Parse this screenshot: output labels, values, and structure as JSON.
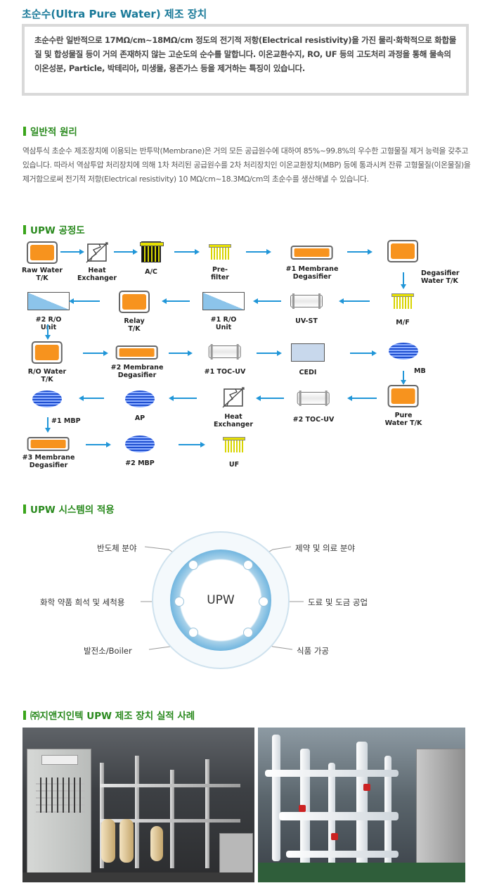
{
  "page_title": "초순수(Ultra Pure Water) 제조 장치",
  "intro": "초순수란 일반적으로 17MΩ/cm~18MΩ/cm 정도의 전기적 저항(Electrical resistivity)을 가진 물리·화학적으로 화합물질 및 합성물질 등이 거의 존재하지 않는 고순도의 순수를 말합니다. 이온교환수지, RO, UF 등의 고도처리 과정을 통해 물속의 이온성분, Particle, 박테리아, 미생물, 용존가스 등을 제거하는 특징이 있습니다.",
  "sections": {
    "principle": "일반적 원리",
    "process": "UPW 공정도",
    "application": "UPW 시스템의 적용",
    "cases": "㈜지앤지인텍 UPW 제조 장치 실적 사례"
  },
  "principle_text": "역삼투식 초순수 제조장치에 이용되는 반투막(Membrane)은 거의 모든 공급원수에 대하여 85%~99.8%의 우수한 고형물질 제거 능력을 갖추고 있습니다. 따라서 역삼투압 처리장치에 의해 1차 처리된 공급원수를 2차 처리장치인 이온교환장치(MBP) 등에 통과시켜 잔류 고형물질(이온물질)을 제거함으로써 전기적 저항(Electrical resistivity) 10 MΩ/cm~18.3MΩ/cm의 초순수를 생산해낼 수 있습니다.",
  "process": {
    "raw_water": "Raw Water\nT/K",
    "heat_ex1": "Heat\nExchanger",
    "ac": "A/C",
    "prefilter": "Pre-\nfilter",
    "mem1": "#1 Membrane\nDegasifier",
    "degas_tk": "Degasifier\nWater T/K",
    "ro2": "#2 R/O\nUnit",
    "relay": "Relay\nT/K",
    "ro1": "#1 R/O\nUnit",
    "uvst": "UV-ST",
    "mf": "M/F",
    "ro_tk": "R/O Water\nT/K",
    "mem2": "#2 Membrane\nDegasifier",
    "toc1": "#1 TOC-UV",
    "cedi": "CEDI",
    "mb": "MB",
    "mbp1": "#1 MBP",
    "ap": "AP",
    "heat_ex2": "Heat\nExchanger",
    "toc2": "#2 TOC-UV",
    "pure_tk": "Pure\nWater T/K",
    "mem3": "#3 Membrane\nDegasifier",
    "mbp2": "#2 MBP",
    "uf": "UF"
  },
  "ring": {
    "center": "UPW",
    "semiconductor": "반도체  분야",
    "pharma": "제약 및 의료 분야",
    "chemical": "화학 약품 희석 및 세척용",
    "plating": "도료 및 도금 공업",
    "power": "발전소/Boiler",
    "food": "식품 가공"
  },
  "colors": {
    "title": "#1a7a99",
    "section": "#2a8a1e",
    "arrow": "#2196d8",
    "tank_fill": "#f7931e"
  }
}
